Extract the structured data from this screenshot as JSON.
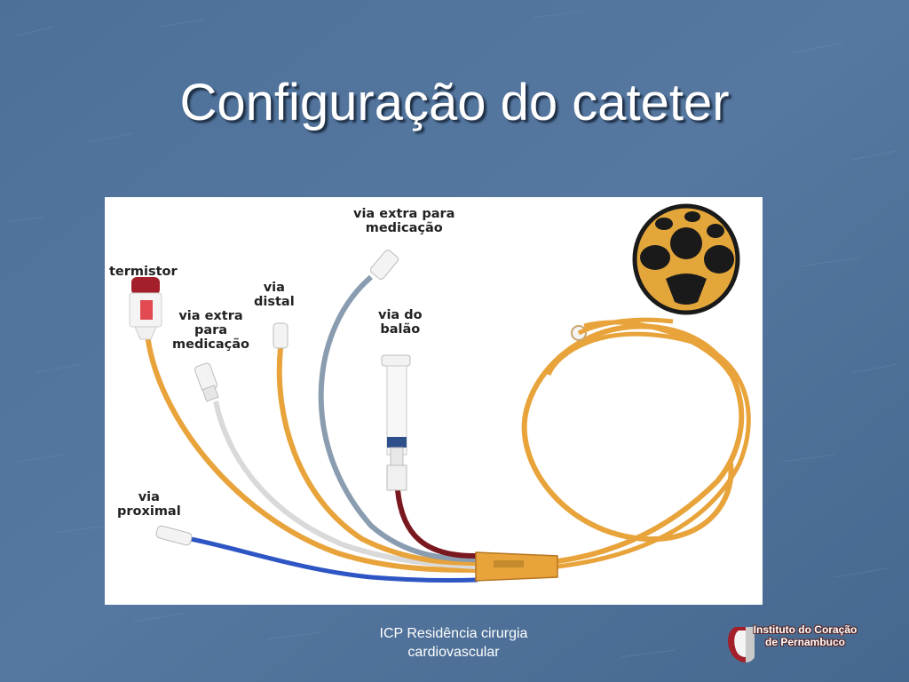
{
  "slide": {
    "title": "Configuração do cateter"
  },
  "figure": {
    "labels": {
      "termistor": "termistor",
      "via_extra_1": "via extra\npara\nmedicação",
      "via_distal": "via\ndistal",
      "via_extra_2": "via extra para\nmedicação",
      "via_balao": "via do\nbalão",
      "via_proximal": "via\nproximal"
    }
  },
  "footer": {
    "line1": "ICP Residência cirurgia",
    "line2": "cardiovascular"
  },
  "logo": {
    "line1": "Instituto do Coração",
    "line2": "de Pernambuco"
  },
  "colors": {
    "background": "#4a6f98",
    "catheter_orange": "#e8a33a",
    "catheter_blue": "#2e55c4",
    "catheter_gray": "#8a9cb0",
    "catheter_red": "#7a1820"
  }
}
